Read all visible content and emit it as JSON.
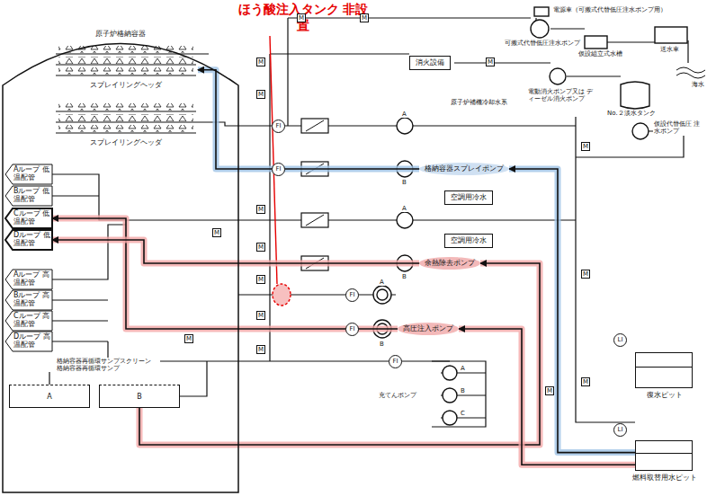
{
  "diagram": {
    "nodes": [
      {
        "text": [
          "原子炉格納容器"
        ]
      },
      {
        "text": [
          "スプレイリングヘッダ"
        ],
        "in": 0
      },
      {
        "text": [
          "スプレイリングヘッダ"
        ],
        "in": 0
      },
      {
        "text": [
          "Aループ 低温配管"
        ],
        "in": 0
      },
      {
        "text": [
          "Bループ 低温配管"
        ],
        "in": 0
      },
      {
        "text": [
          "Cループ 低温配管"
        ],
        "in": 0
      },
      {
        "text": [
          "Dループ 低温配管"
        ],
        "in": 0
      },
      {
        "text": [
          "Aループ 高温配管"
        ],
        "in": 0
      },
      {
        "text": [
          "Bループ 高温配管"
        ],
        "in": 0
      },
      {
        "text": [
          "Cループ 高温配管"
        ],
        "in": 0
      },
      {
        "text": [
          "Dループ 高温配管"
        ],
        "in": 0
      },
      {
        "text": [
          "A"
        ],
        "in": 0
      },
      {
        "text": [
          "B"
        ],
        "in": 0
      },
      {
        "text": [
          "消火設備"
        ]
      },
      {
        "text": [
          "格納容器スプレイポンプ"
        ]
      },
      {
        "text": [
          "空調用冷水"
        ]
      },
      {
        "text": [
          "空調用冷水"
        ]
      },
      {
        "text": [
          "余熱除去ポンプ"
        ]
      },
      {
        "text": [
          "高圧注入ポンプ"
        ]
      },
      {
        "text": [
          "復水ピット"
        ]
      },
      {
        "text": [
          "燃料取替用水ピット"
        ]
      }
    ],
    "edges": [
      {
        "from": 18,
        "to": 5,
        "arrow": "to"
      },
      {
        "from": 17,
        "to": 6,
        "arrow": "to"
      },
      {
        "from": 14,
        "to": 1,
        "arrow": "to"
      },
      {
        "from": 12,
        "to": 17,
        "arrow": "to"
      },
      {
        "from": 20,
        "to": 14,
        "arrow": "to"
      },
      {
        "from": 20,
        "to": 18,
        "arrow": "to"
      }
    ],
    "labels": [
      "ほう酸注入タンク 非設置",
      "電源車（可搬式代替低圧注水ポンプ用）",
      "可搬式代替低圧注水ポンプ",
      "仮設組立式水槽",
      "送水車",
      "海水",
      "電動消火ポンプ又は ディーゼル消火ポンプ",
      "No.２淡水タンク",
      "原子炉補機冷却水系",
      "仮設代替低圧 注水ポンプ",
      "充てんポンプ",
      "格納容器再循環サンプスクリーン 格納容器再循環サンプ",
      "FI",
      "FI",
      "FI",
      "FI",
      "FI",
      "LI",
      "LI",
      "A",
      "B",
      "A",
      "B",
      "A",
      "B",
      "A",
      "B",
      "C",
      "M",
      "M",
      "M",
      "M",
      "M",
      "M",
      "M",
      "M",
      "M",
      "M",
      "M",
      "M",
      "M",
      "M",
      "M",
      "M"
    ]
  }
}
